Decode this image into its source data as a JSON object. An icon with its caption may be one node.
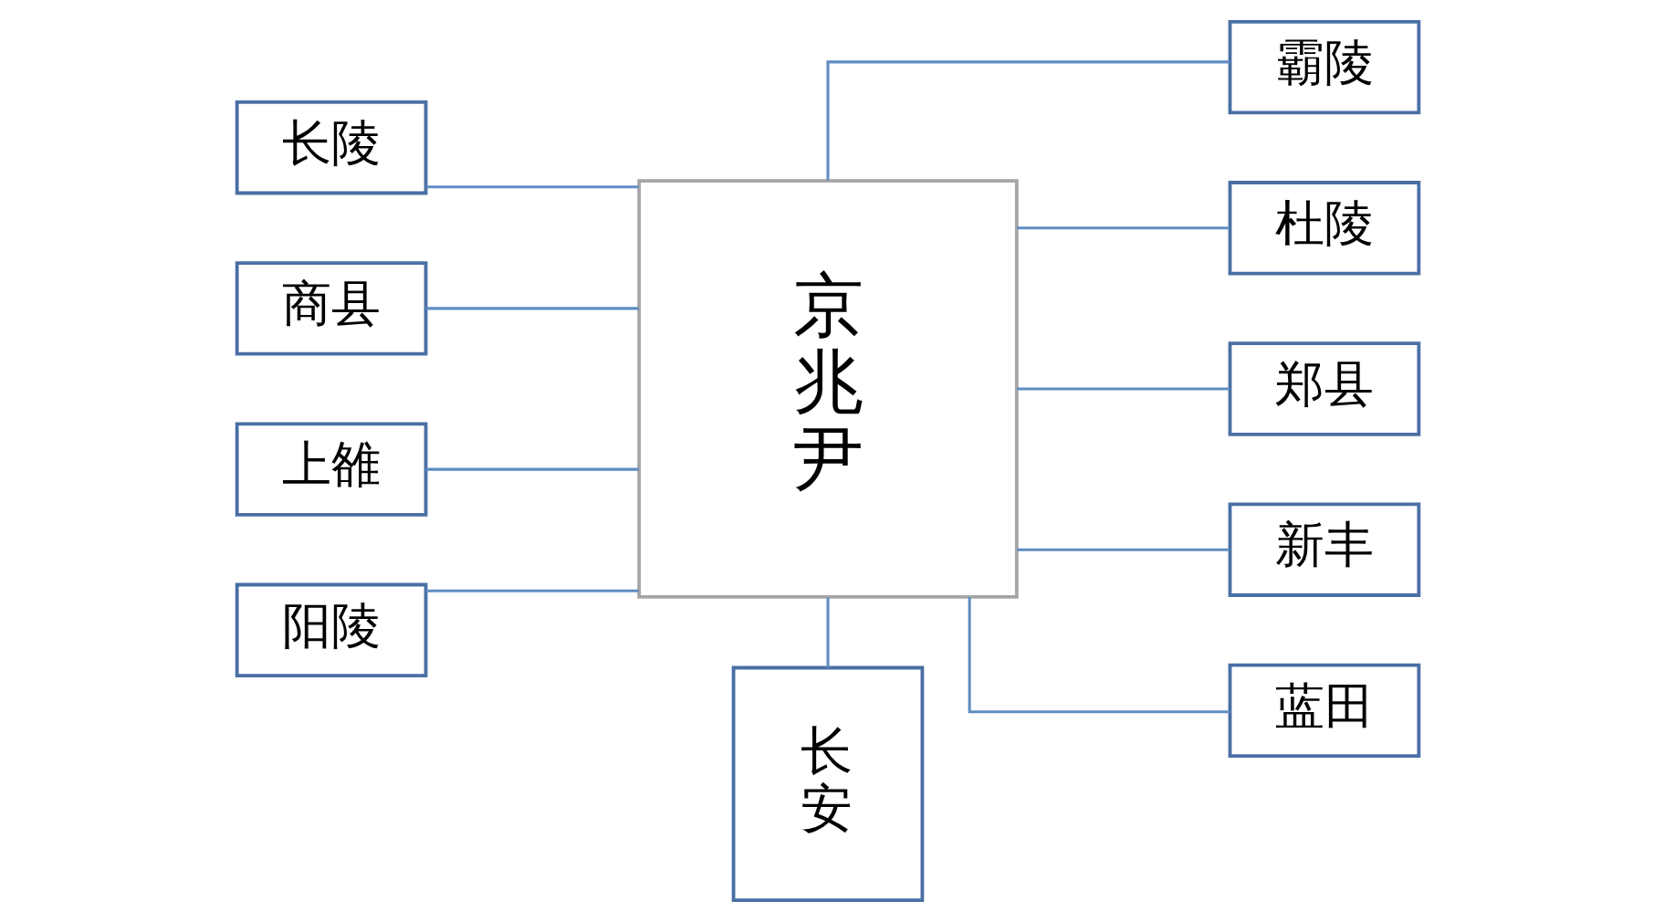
{
  "diagram": {
    "nodes": [
      {
        "text": [
          "长陵"
        ]
      },
      {
        "text": [
          "商县"
        ]
      },
      {
        "text": [
          "上雒"
        ]
      },
      {
        "text": [
          "阳陵"
        ]
      },
      {
        "text": [
          "京兆尹"
        ]
      },
      {
        "text": [
          "霸陵"
        ]
      },
      {
        "text": [
          "杜陵"
        ]
      },
      {
        "text": [
          "郑县"
        ]
      },
      {
        "text": [
          "新丰"
        ]
      },
      {
        "text": [
          "蓝田"
        ]
      },
      {
        "text": [
          "长安"
        ]
      }
    ],
    "edges": [
      {
        "from": 0,
        "to": 4,
        "arrow": "none"
      },
      {
        "from": 1,
        "to": 4,
        "arrow": "none"
      },
      {
        "from": 2,
        "to": 4,
        "arrow": "none"
      },
      {
        "from": 3,
        "to": 4,
        "arrow": "none"
      },
      {
        "from": 4,
        "to": 5,
        "arrow": "none"
      },
      {
        "from": 4,
        "to": 6,
        "arrow": "none"
      },
      {
        "from": 4,
        "to": 7,
        "arrow": "none"
      },
      {
        "from": 4,
        "to": 8,
        "arrow": "none"
      },
      {
        "from": 4,
        "to": 9,
        "arrow": "none"
      },
      {
        "from": 4,
        "to": 10,
        "arrow": "none"
      }
    ]
  }
}
